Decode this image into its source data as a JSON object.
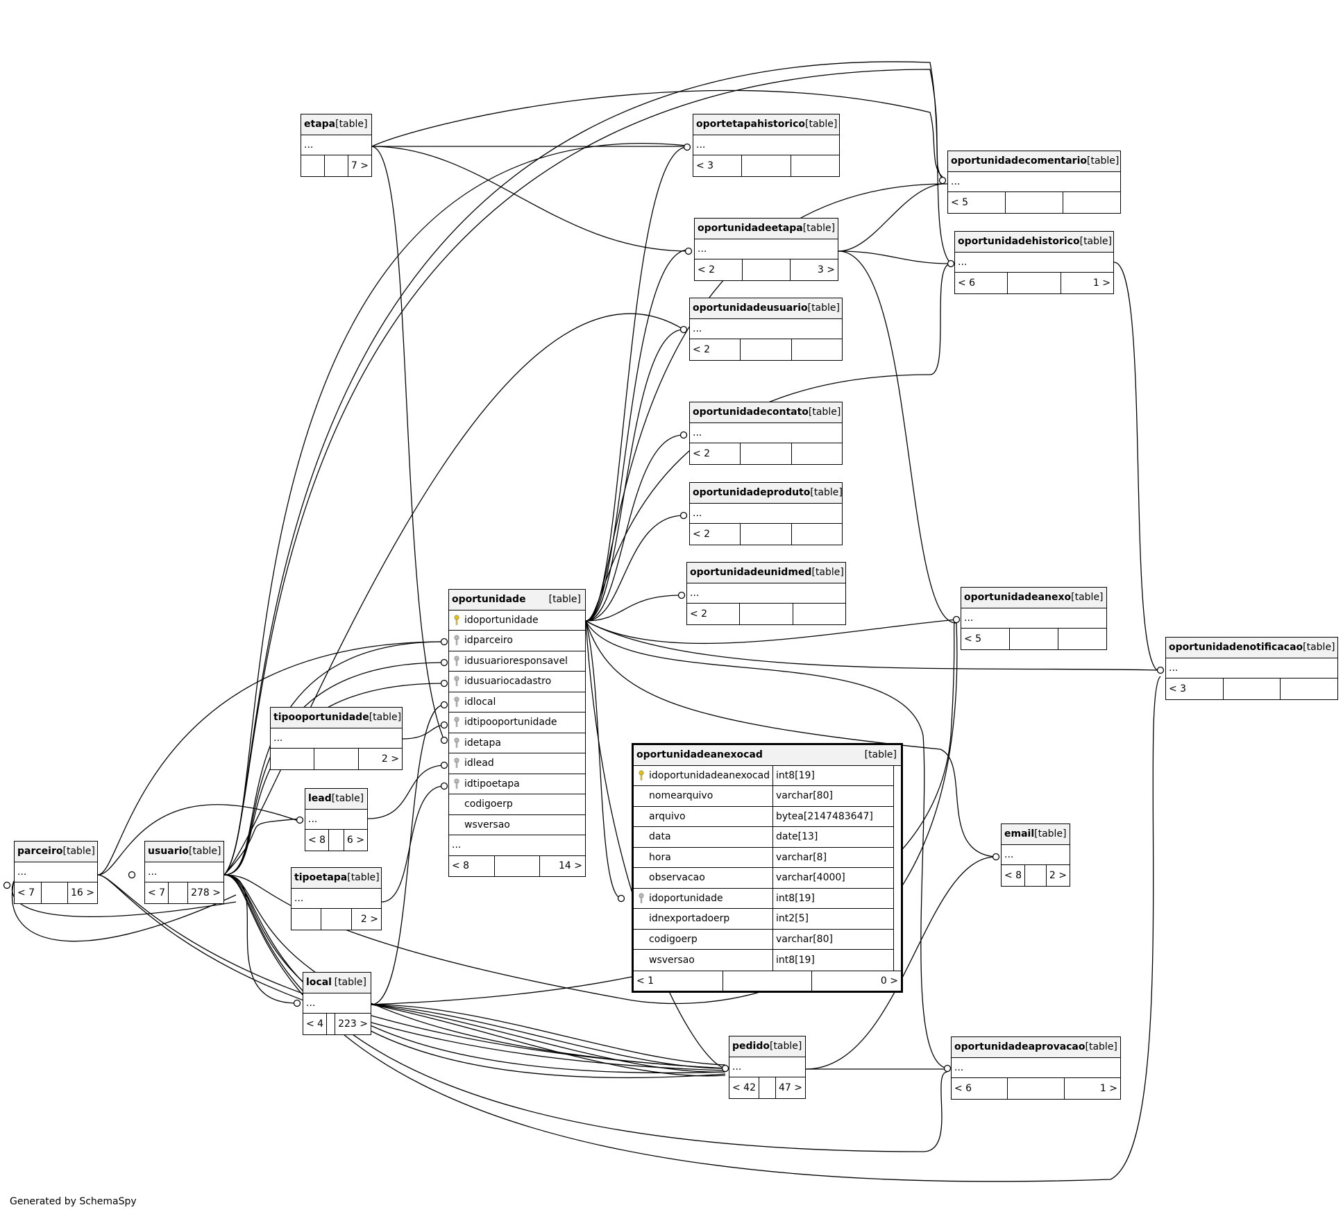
{
  "footer": "Generated by SchemaSpy",
  "table_type": "[table]",
  "tables": {
    "etapa": {
      "name": "etapa",
      "more": "...",
      "stats": [
        "",
        "",
        "7 >"
      ]
    },
    "oportetapahistorico": {
      "name": "oportetapahistorico",
      "more": "...",
      "stats": [
        "< 3",
        "",
        ""
      ]
    },
    "oportunidadecomentario": {
      "name": "oportunidadecomentario",
      "more": "...",
      "stats": [
        "< 5",
        "",
        ""
      ]
    },
    "oportunidadeetapa": {
      "name": "oportunidadeetapa",
      "more": "...",
      "stats": [
        "< 2",
        "",
        "3 >"
      ]
    },
    "oportunidadehistorico": {
      "name": "oportunidadehistorico",
      "more": "...",
      "stats": [
        "< 6",
        "",
        "1 >"
      ]
    },
    "oportunidadeusuario": {
      "name": "oportunidadeusuario",
      "more": "...",
      "stats": [
        "< 2",
        "",
        ""
      ]
    },
    "oportunidadecontato": {
      "name": "oportunidadecontato",
      "more": "...",
      "stats": [
        "< 2",
        "",
        ""
      ]
    },
    "oportunidadeproduto": {
      "name": "oportunidadeproduto",
      "more": "...",
      "stats": [
        "< 2",
        "",
        ""
      ]
    },
    "oportunidadeunidmed": {
      "name": "oportunidadeunidmed",
      "more": "...",
      "stats": [
        "< 2",
        "",
        ""
      ]
    },
    "oportunidadeanexo": {
      "name": "oportunidadeanexo",
      "more": "...",
      "stats": [
        "< 5",
        "",
        ""
      ]
    },
    "oportunidadenotificacao": {
      "name": "oportunidadenotificacao",
      "more": "...",
      "stats": [
        "< 3",
        "",
        ""
      ]
    },
    "tipooportunidade": {
      "name": "tipooportunidade",
      "more": "...",
      "stats": [
        "",
        "",
        "2 >"
      ]
    },
    "lead": {
      "name": "lead",
      "more": "...",
      "stats": [
        "< 8",
        "",
        "6 >"
      ]
    },
    "parceiro": {
      "name": "parceiro",
      "more": "...",
      "stats": [
        "< 7",
        "",
        "16 >"
      ]
    },
    "usuario": {
      "name": "usuario",
      "more": "...",
      "stats": [
        "< 7",
        "",
        "278 >"
      ]
    },
    "tipoetapa": {
      "name": "tipoetapa",
      "more": "...",
      "stats": [
        "",
        "",
        "2 >"
      ]
    },
    "local": {
      "name": "local",
      "more": "...",
      "stats": [
        "< 4",
        "",
        "223 >"
      ]
    },
    "email": {
      "name": "email",
      "more": "...",
      "stats": [
        "< 8",
        "",
        "2 >"
      ]
    },
    "pedido": {
      "name": "pedido",
      "more": "...",
      "stats": [
        "< 42",
        "",
        "47 >"
      ]
    },
    "oportunidadeaprovacao": {
      "name": "oportunidadeaprovacao",
      "more": "...",
      "stats": [
        "< 6",
        "",
        "1 >"
      ]
    }
  },
  "oportunidade": {
    "name": "oportunidade",
    "columns": [
      {
        "name": "idoportunidade",
        "key": "pk"
      },
      {
        "name": "idparceiro",
        "key": "fk"
      },
      {
        "name": "idusuarioresponsavel",
        "key": "fk"
      },
      {
        "name": "idusuariocadastro",
        "key": "fk"
      },
      {
        "name": "idlocal",
        "key": "fk"
      },
      {
        "name": "idtipooportunidade",
        "key": "fk"
      },
      {
        "name": "idetapa",
        "key": "fk"
      },
      {
        "name": "idlead",
        "key": "fk"
      },
      {
        "name": "idtipoetapa",
        "key": "fk"
      },
      {
        "name": "codigoerp",
        "key": ""
      },
      {
        "name": "wsversao",
        "key": ""
      }
    ],
    "more": "...",
    "stats": [
      "< 8",
      "",
      "14 >"
    ]
  },
  "oportunidadeanexocad": {
    "name": "oportunidadeanexocad",
    "columns": [
      {
        "name": "idoportunidadeanexocad",
        "type": "int8[19]",
        "key": "pk"
      },
      {
        "name": "nomearquivo",
        "type": "varchar[80]",
        "key": ""
      },
      {
        "name": "arquivo",
        "type": "bytea[2147483647]",
        "key": ""
      },
      {
        "name": "data",
        "type": "date[13]",
        "key": ""
      },
      {
        "name": "hora",
        "type": "varchar[8]",
        "key": ""
      },
      {
        "name": "observacao",
        "type": "varchar[4000]",
        "key": ""
      },
      {
        "name": "idoportunidade",
        "type": "int8[19]",
        "key": "fk"
      },
      {
        "name": "idnexportadoerp",
        "type": "int2[5]",
        "key": ""
      },
      {
        "name": "codigoerp",
        "type": "varchar[80]",
        "key": ""
      },
      {
        "name": "wsversao",
        "type": "int8[19]",
        "key": ""
      }
    ],
    "stats": [
      "< 1",
      "",
      "0 >"
    ]
  }
}
